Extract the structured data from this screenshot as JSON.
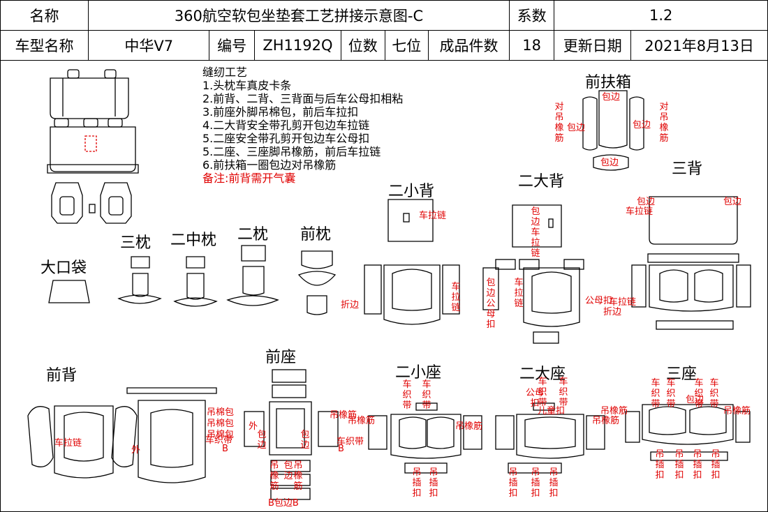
{
  "header": {
    "name_label": "名称",
    "title": "360航空软包坐垫套工艺拼接示意图-C",
    "coef_label": "系数",
    "coef_value": "1.2",
    "model_label": "车型名称",
    "model_value": "中华V7",
    "code_label": "编号",
    "code_value": "ZH1192Q",
    "seats_label": "位数",
    "seats_value": "七位",
    "pieces_label": "成品件数",
    "pieces_value": "18",
    "date_label": "更新日期",
    "date_value": "2021年8月13日"
  },
  "notes": {
    "title": "缝纫工艺",
    "items": [
      "1.头枕车真皮卡条",
      "2.前背、二背、三背面与后车公母扣相粘",
      "3.前座外脚吊棉包，前后车拉扣",
      "4.二大背安全带孔剪开包边车拉链",
      "5.二座安全带孔剪开包边车公母扣",
      "5.二座、三座脚吊橡筋，前后车拉链",
      "6.前扶箱一圈包边对吊橡筋"
    ],
    "remark": "备注:前背需开气囊"
  },
  "parts": {
    "front_armrest": "前扶箱",
    "third_back": "三背",
    "second_small_back": "二小背",
    "second_big_back": "二大背",
    "third_headrest": "三枕",
    "second_mid_headrest": "二中枕",
    "second_headrest": "二枕",
    "front_headrest": "前枕",
    "big_pocket": "大口袋",
    "front_back": "前背",
    "front_seat": "前座",
    "second_small_seat": "二小座",
    "second_big_seat": "二大座",
    "third_seat": "三座"
  },
  "annotations": {
    "binding": "包边",
    "pair_hang_elastic": "对吊橡筋",
    "zipper": "车拉链",
    "fold_edge": "折边",
    "binding_zipper": "包边车拉链",
    "binding_snap": "包边公母扣",
    "snap": "公母扣",
    "hang_cotton_pack": "吊棉包",
    "outer": "外",
    "knit_belt": "车织带",
    "hang_elastic": "吊橡筋",
    "hang_clip": "吊插扣",
    "binding_b": "B包边B",
    "child_seat": "儿童扣",
    "b": "B"
  }
}
